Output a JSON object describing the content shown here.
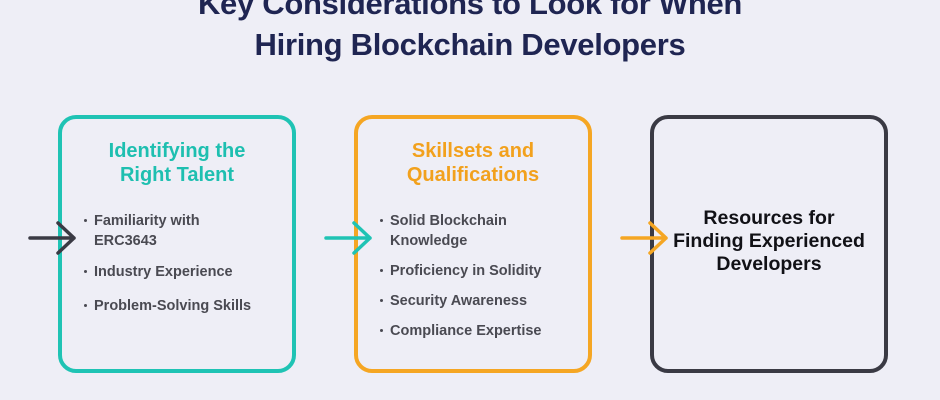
{
  "title": {
    "line1": "Key Considerations to Look for When",
    "line2": "Hiring Blockchain Developers"
  },
  "colors": {
    "teal": "#1fc3b4",
    "orange": "#f5a623",
    "dark": "#3a3a44",
    "title": "#1f2552",
    "background": "#eeeef6"
  },
  "cards": [
    {
      "heading_lines": [
        "Identifying the",
        "Right Talent"
      ],
      "items": [
        [
          "Familiarity with",
          "ERC3643"
        ],
        [
          "Industry Experience"
        ],
        [
          "Problem-Solving Skills"
        ]
      ]
    },
    {
      "heading_lines": [
        "Skillsets and",
        "Qualifications"
      ],
      "items": [
        [
          "Solid Blockchain",
          "Knowledge"
        ],
        [
          "Proficiency in Solidity"
        ],
        [
          "Security Awareness"
        ],
        [
          "Compliance Expertise"
        ]
      ]
    },
    {
      "heading_lines": [
        "Resources for",
        "Finding Experienced",
        "Developers"
      ],
      "items": []
    }
  ],
  "arrows": [
    {
      "icon": "arrow-right-icon",
      "color": "#3a3a44"
    },
    {
      "icon": "arrow-right-icon",
      "color": "#1fc3b4"
    },
    {
      "icon": "arrow-right-icon",
      "color": "#f5a623"
    }
  ]
}
